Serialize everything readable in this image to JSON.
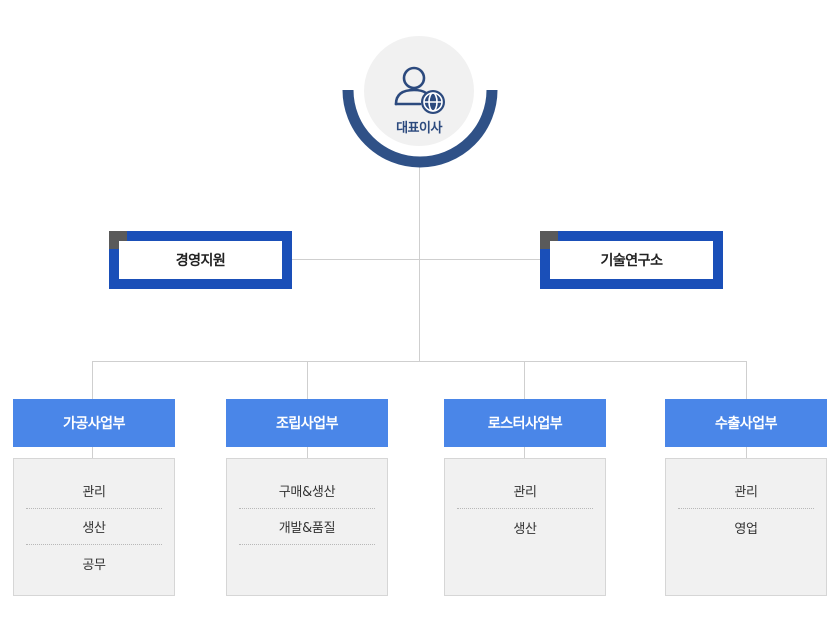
{
  "ceo": {
    "label": "대표이사",
    "icon": "user-globe-icon"
  },
  "staff": [
    {
      "label": "경영지원"
    },
    {
      "label": "기술연구소"
    }
  ],
  "departments": [
    {
      "title": "가공사업부",
      "items": [
        "관리",
        "생산",
        "공무"
      ]
    },
    {
      "title": "조립사업부",
      "items": [
        "구매&생산",
        "개발&품질"
      ]
    },
    {
      "title": "로스터사업부",
      "items": [
        "관리",
        "생산"
      ]
    },
    {
      "title": "수출사업부",
      "items": [
        "관리",
        "영업"
      ]
    }
  ],
  "colors": {
    "navy": "#2c4a7e",
    "staff_blue": "#1a4fb8",
    "dept_blue": "#4a86e8",
    "line": "#cfcfcf",
    "panel": "#f1f1f1"
  }
}
